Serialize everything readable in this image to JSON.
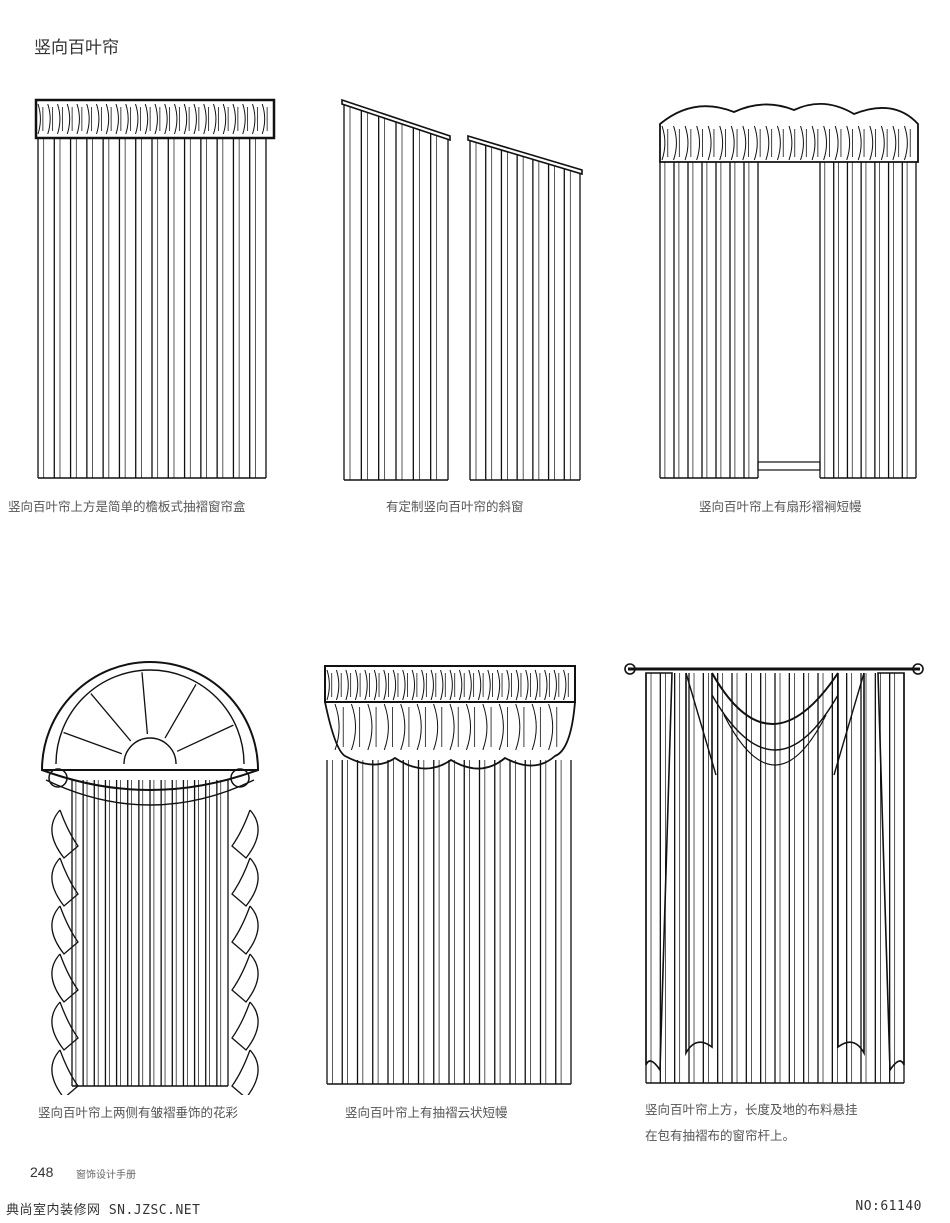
{
  "page": {
    "title": "竖向百叶帘",
    "page_number": "248",
    "book_title": "窗饰设计手册"
  },
  "figures": [
    {
      "caption": "竖向百叶帘上方是简单的檐板式抽褶窗帘盒",
      "icon": "vertical-blind-with-gathered-cornice"
    },
    {
      "caption": "有定制竖向百叶帘的斜窗",
      "icon": "slanted-window-vertical-blinds"
    },
    {
      "caption": "竖向百叶帘上有扇形褶裥短幔",
      "icon": "vertical-blind-scalloped-valance"
    },
    {
      "caption": "竖向百叶帘上两侧有皱褶垂饰的花彩",
      "icon": "arched-window-swag-cascades"
    },
    {
      "caption": "竖向百叶帘上有抽褶云状短幔",
      "icon": "vertical-blind-cloud-valance"
    },
    {
      "caption_line1": "竖向百叶帘上方，长度及地的布料悬挂",
      "caption_line2": "在包有抽褶布的窗帘杆上。",
      "icon": "floor-length-panels-on-rod"
    }
  ],
  "watermark": {
    "left": "典尚室内装修网 SN.JZSC.NET",
    "right": "NO:61140"
  }
}
